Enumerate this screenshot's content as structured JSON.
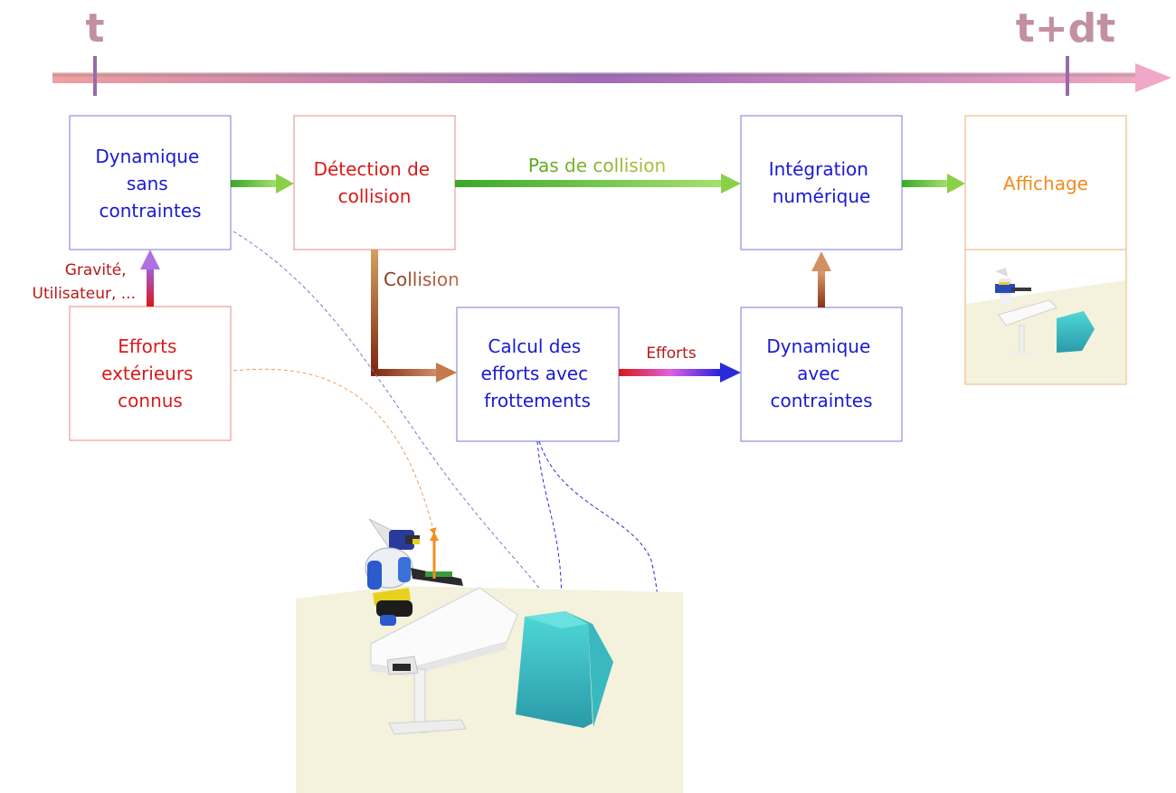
{
  "timeline": {
    "start_label": "t",
    "end_label": "t+dt"
  },
  "boxes": {
    "dyn_free": {
      "lines": [
        "Dynamique",
        "sans",
        "contraintes"
      ]
    },
    "collision_detect": {
      "lines": [
        "Détection de",
        "collision"
      ]
    },
    "integration": {
      "lines": [
        "Intégration",
        "numérique"
      ]
    },
    "display": {
      "lines": [
        "Affichage"
      ]
    },
    "external_forces": {
      "lines": [
        "Efforts",
        "extérieurs",
        "connus"
      ]
    },
    "force_calc": {
      "lines": [
        "Calcul des",
        "efforts avec",
        "frottements"
      ]
    },
    "dyn_constrained": {
      "lines": [
        "Dynamique",
        "avec",
        "contraintes"
      ]
    }
  },
  "edges": {
    "no_collision": "Pas de collision",
    "collision": "Collision",
    "forces": "Efforts",
    "gravity_line1": "Gravité,",
    "gravity_line2": "Utilisateur, ..."
  },
  "colors": {
    "blue_text": "#1a1ad0",
    "red_text": "#d81a1a",
    "orange_text": "#f08c1a",
    "green_arrow": "#5cc02a",
    "brown_arrow": "#8a3a1a",
    "timeline": "#b070a8",
    "floor": "#f4f1dc",
    "cube": "#3ac6c8"
  },
  "scenes": {
    "main": {
      "name": "robot-table-cube-scene"
    },
    "thumbnail": {
      "name": "robot-table-cube-thumbnail"
    }
  }
}
